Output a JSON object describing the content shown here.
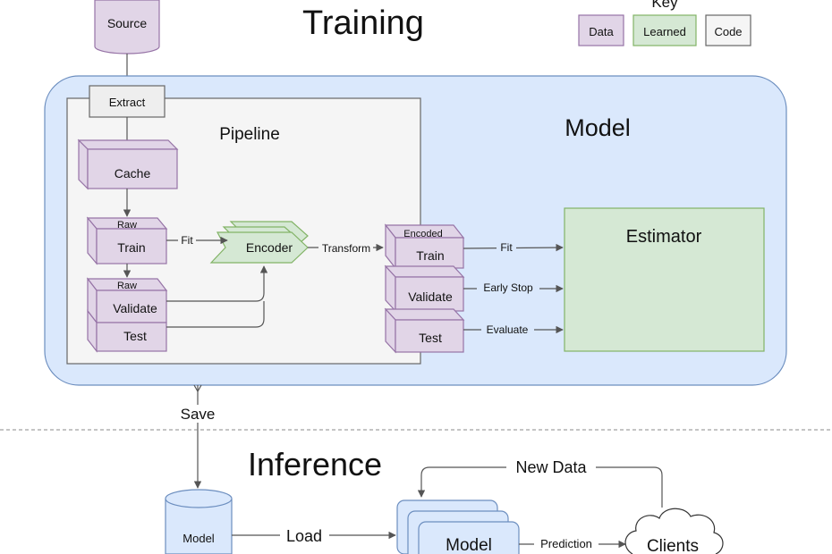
{
  "title_training": "Training",
  "title_inference": "Inference",
  "key": {
    "title": "Key",
    "data": "Data",
    "learned": "Learned",
    "code": "Code"
  },
  "colors": {
    "data_fill": "#e1d5e7",
    "data_stroke": "#9673a6",
    "learned_fill": "#d5e8d4",
    "learned_stroke": "#82b366",
    "code_fill": "#f5f5f5",
    "code_stroke": "#666666",
    "model_fill": "#dae8fc",
    "model_stroke": "#6c8ebf"
  },
  "source": "Source",
  "extract": "Extract",
  "pipeline": "Pipeline",
  "model_region": "Model",
  "cache": "Cache",
  "raw_train": {
    "tag": "Raw",
    "label": "Train"
  },
  "raw_validate": {
    "tag": "Raw",
    "label": "Validate"
  },
  "raw_test": "Test",
  "encoder": "Encoder",
  "encoded_train": {
    "tag": "Encoded",
    "label": "Train"
  },
  "encoded_validate": "Validate",
  "encoded_test": "Test",
  "estimator": "Estimator",
  "edges": {
    "fit_encoder": "Fit",
    "transform": "Transform",
    "fit_estimator": "Fit",
    "early_stop": "Early Stop",
    "evaluate": "Evaluate",
    "save": "Save",
    "load": "Load",
    "new_data": "New Data",
    "prediction": "Prediction"
  },
  "saved_model": "Model",
  "served_model": "Model",
  "clients": "Clients"
}
